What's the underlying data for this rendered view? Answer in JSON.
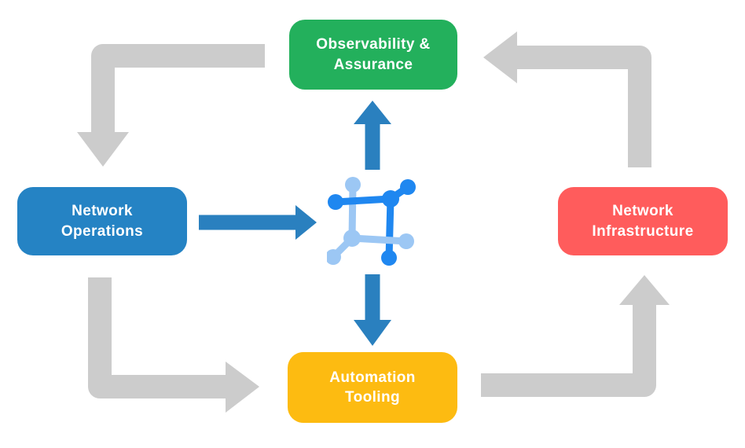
{
  "diagram": {
    "background_color": "#ffffff",
    "nodes": {
      "observability": {
        "label": "Observability & Assurance",
        "color": "#23b05c"
      },
      "operations": {
        "label": "Network Operations",
        "color": "#2583c4"
      },
      "infrastructure": {
        "label": "Network Infrastructure",
        "color": "#ff5c5c"
      },
      "automation": {
        "label": "Automation Tooling",
        "color": "#fdbb11"
      }
    },
    "center_icon": {
      "name": "network-fabric-icon",
      "primary_color": "#1f87f0",
      "secondary_color": "#9cc7f4"
    },
    "arrows": {
      "cycle_color": "#cccccc",
      "flow_color": "#2a80bf",
      "text_color": "#ffffff"
    }
  }
}
